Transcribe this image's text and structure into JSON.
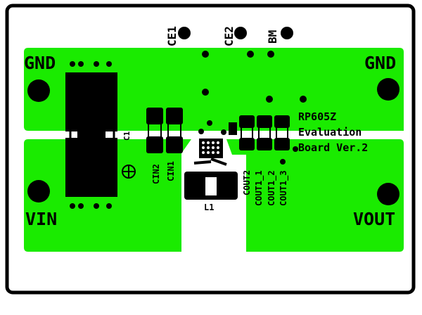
{
  "board": {
    "colors": {
      "copper": "#1aeb00",
      "ink": "#000000",
      "substrate": "#ffffff"
    },
    "connectors": {
      "gnd_left": "GND",
      "gnd_right": "GND",
      "vin": "VIN",
      "vout": "VOUT"
    },
    "test_points": {
      "ce1": "CE1",
      "ce2": "CE2",
      "bm": "BM"
    },
    "components": {
      "c1": "C1",
      "l1": "L1",
      "cin2": "CIN2",
      "cin1": "CIN1",
      "cout2": "COUT2",
      "cout1_1": "COUT1_1",
      "cout1_2": "COUT1_2",
      "cout1_3": "COUT1_3"
    },
    "title_lines": [
      "RP605Z",
      "Evaluation",
      "Board Ver.2"
    ]
  }
}
